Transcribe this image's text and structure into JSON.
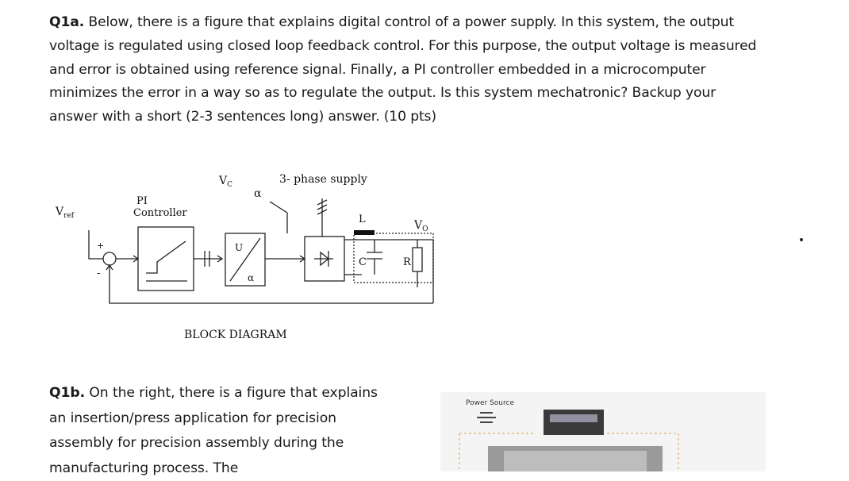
{
  "q1a": {
    "id": "Q1a.",
    "text": " Below, there is a figure that explains digital control of a power supply. In this system, the output voltage is regulated using closed loop feedback control. For this purpose, the output voltage is measured and error is obtained using reference signal. Finally, a PI controller embedded in a microcomputer minimizes the error in a way so as to regulate the output. Is this system mechatronic? Backup your answer with a short (2-3 sentences long) answer. (10 pts)"
  },
  "block_diagram": {
    "vref": "V",
    "vref_sub": "ref",
    "pi_line1": "PI",
    "pi_line2": "Controller",
    "plus": "+",
    "minus": "-",
    "vc": "V",
    "vc_sub": "C",
    "alpha_top": "α",
    "converter_u": "U",
    "converter_alpha": "α",
    "supply": "3- phase supply",
    "inductor": "L",
    "capacitor": "C",
    "resistor": "R",
    "vo": "V",
    "vo_sub": "O",
    "caption": "BLOCK DIAGRAM"
  },
  "q1b": {
    "id": "Q1b.",
    "text": " On the right, there is a figure that explains an insertion/press application for precision assembly for precision assembly during the manufacturing process. The"
  },
  "press_figure": {
    "power_source": "Power Source"
  }
}
